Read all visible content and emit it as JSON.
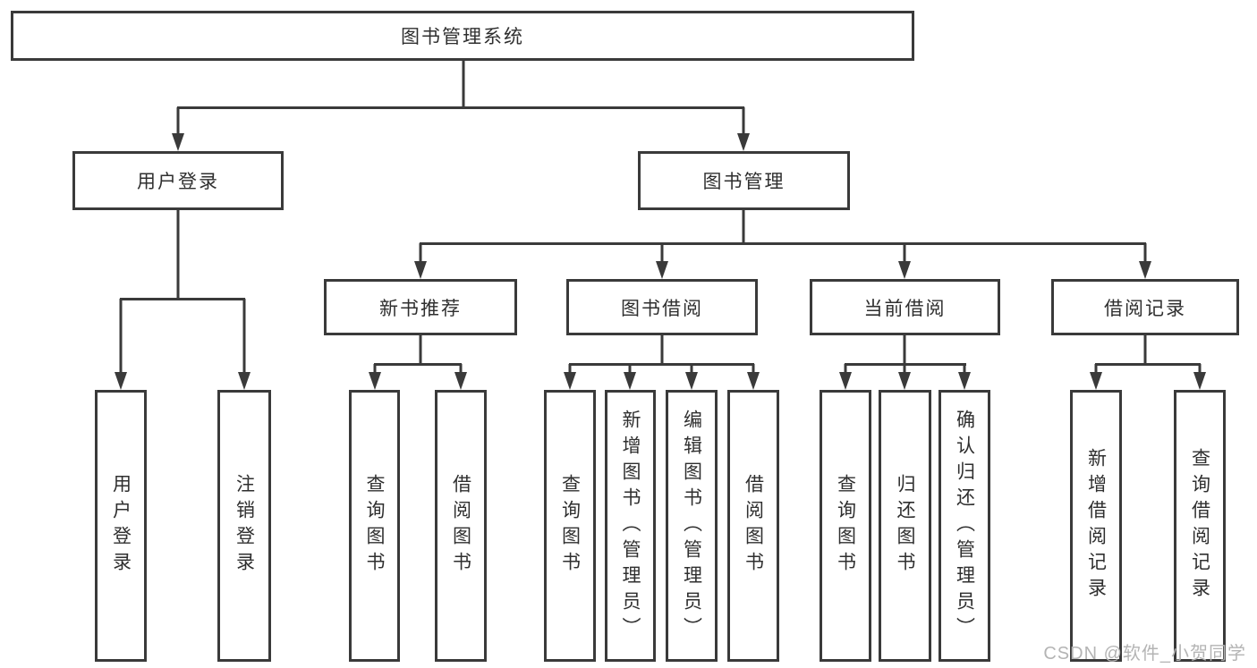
{
  "colors": {
    "line": "#3a3a3a",
    "box_border": "#3a3a3a",
    "text": "#2f2f2f",
    "watermark": "#b4b4b4",
    "background": "#ffffff"
  },
  "diagram": {
    "root": {
      "label": "图书管理系统"
    },
    "level2": [
      {
        "label": "用户登录"
      },
      {
        "label": "图书管理"
      }
    ],
    "level3": [
      {
        "label": "新书推荐"
      },
      {
        "label": "图书借阅"
      },
      {
        "label": "当前借阅"
      },
      {
        "label": "借阅记录"
      }
    ],
    "leaves": {
      "user_login": [
        "用户登录",
        "注销登录"
      ],
      "new_books": [
        "查询图书",
        "借阅图书"
      ],
      "book_borrow": [
        "查询图书",
        "新增图书（管理员）",
        "编辑图书（管理员）",
        "借阅图书"
      ],
      "current_borrow": [
        "查询图书",
        "归还图书",
        "确认归还（管理员）"
      ],
      "borrow_records": [
        "新增借阅记录",
        "查询借阅记录"
      ]
    }
  },
  "watermark": {
    "text": "CSDN @软件_小贺同学"
  }
}
